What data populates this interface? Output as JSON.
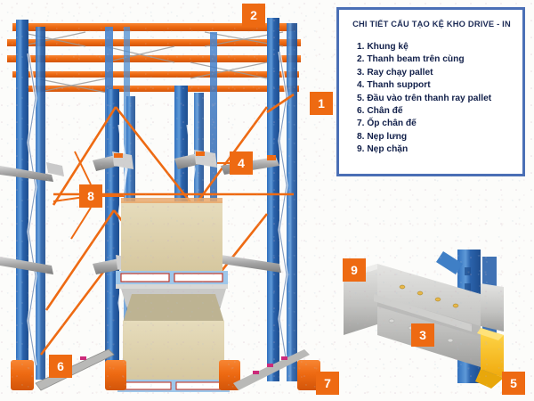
{
  "diagram": {
    "title": "Drive-In warehouse racking structure detail",
    "background_color": "#fcfcfa",
    "colors": {
      "beam_orange": "#ee6a12",
      "upright_blue": "#2f6fbd",
      "support_grey": "#9a9a9a",
      "pallet_beige": "#ded0aa",
      "entry_guide_yellow": "#f5c518",
      "badge_orange": "#ee6a12",
      "legend_border_blue": "#4a6fb5",
      "legend_text_blue": "#12204a"
    }
  },
  "legend": {
    "title": "CHI TIẾT CẤU TẠO KỆ KHO DRIVE - IN",
    "items": [
      "1. Khung kệ",
      "2. Thanh beam trên cùng",
      "3. Ray chạy pallet",
      "4. Thanh support",
      "5. Đầu vào trên thanh ray pallet",
      "6. Chân đế",
      "7. Ốp chân đế",
      "8. Nẹp lưng",
      "9. Nẹp chặn"
    ]
  },
  "callouts": [
    {
      "number": "1",
      "label": "Khung kệ"
    },
    {
      "number": "2",
      "label": "Thanh beam trên cùng"
    },
    {
      "number": "3",
      "label": "Ray chạy pallet"
    },
    {
      "number": "4",
      "label": "Thanh support"
    },
    {
      "number": "5",
      "label": "Đầu vào trên thanh ray pallet"
    },
    {
      "number": "6",
      "label": "Chân đế"
    },
    {
      "number": "7",
      "label": "Ốp chân đế"
    },
    {
      "number": "8",
      "label": "Nẹp lưng"
    },
    {
      "number": "9",
      "label": "Nẹp chặn"
    }
  ]
}
